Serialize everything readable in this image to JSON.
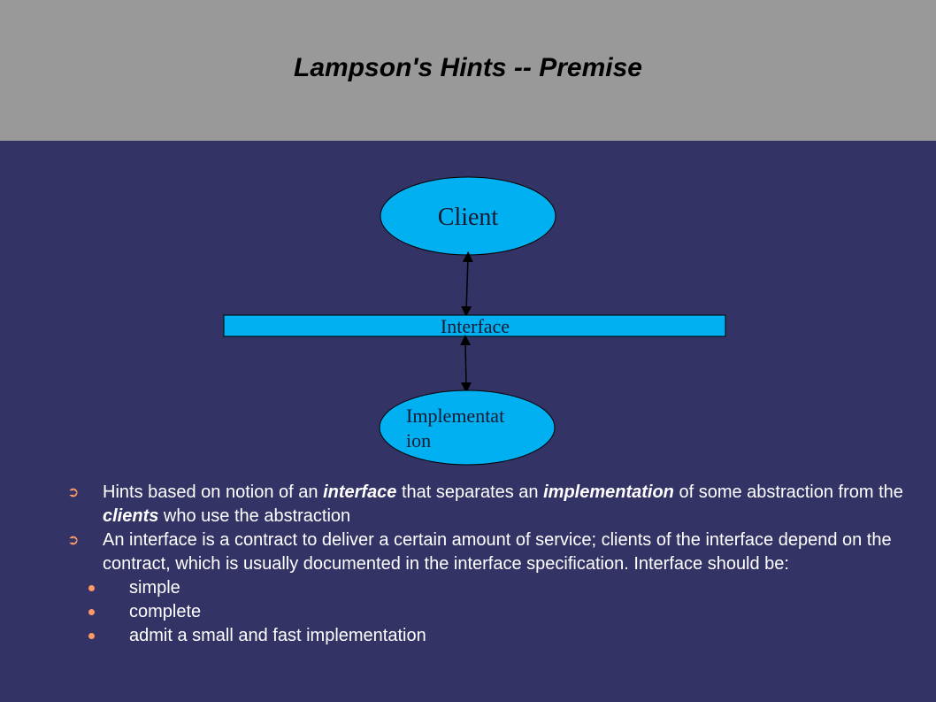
{
  "title": "Lampson's Hints -- Premise",
  "diagram": {
    "client_label": "Client",
    "interface_label": "Interface",
    "impl_label_line1": "Implementat",
    "impl_label_line2": "ion"
  },
  "bullets": [
    {
      "t1": "Hints based on notion of an ",
      "e1": "interface",
      "t2": " that separates an ",
      "e2": "implementation",
      "t3": " of some abstraction from the ",
      "e3": "clients",
      "t4": " who use the abstraction"
    },
    {
      "text": "An interface is a contract to deliver a certain amount of service; clients of the interface depend on the contract, which is usually documented in the interface specification. Interface should be:"
    }
  ],
  "sub_bullets": [
    "simple",
    "complete",
    "admit a small and fast implementation"
  ],
  "colors": {
    "header_bg": "#999999",
    "body_bg": "#333366",
    "shape_fill": "#00b0f0",
    "bullet_accent": "#ff9966"
  }
}
